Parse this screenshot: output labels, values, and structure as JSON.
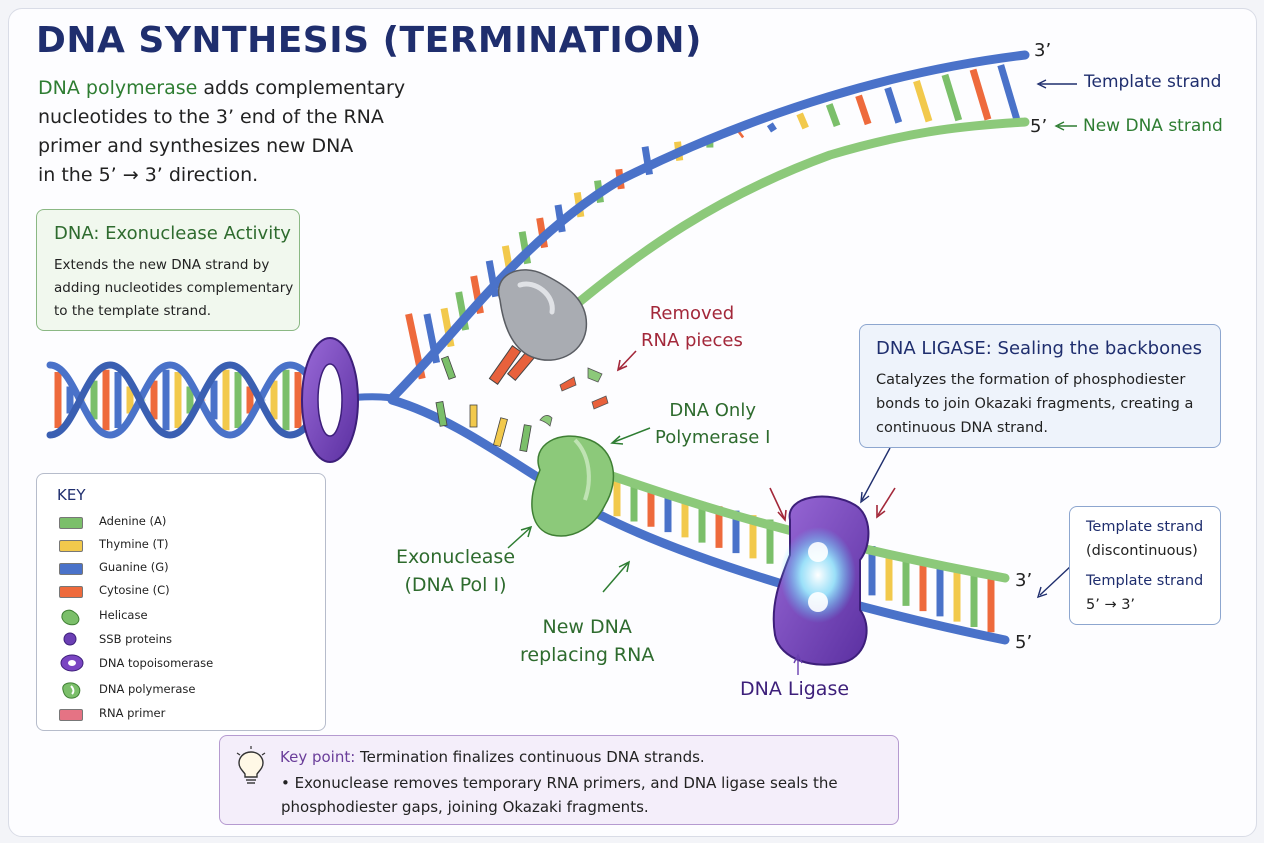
{
  "title": "DNA SYNTHESIS (TERMINATION)",
  "intro": {
    "highlight": "DNA polymerase",
    "line1_rest": " adds complementary",
    "line2": "nucleotides to the 3’ end of the RNA",
    "line3": "primer and synthesizes new DNA",
    "line4": "in the 5’ → 3’ direction."
  },
  "exonuclease_box": {
    "heading": "DNA: Exonuclease Activity",
    "body": "Extends the new DNA strand by adding nucleotides complementary to the template strand."
  },
  "ligase_box": {
    "heading": "DNA LIGASE: Sealing the backbones",
    "body": "Catalyzes the formation of phosphodiester bonds to join Okazaki fragments, creating a continuous DNA strand."
  },
  "template_box": {
    "line1": "Template strand",
    "line2": "(discontinuous)",
    "line3": "Template strand",
    "line4": "5’ → 3’"
  },
  "strand_labels": {
    "top_3": "3’",
    "top_5": "5’",
    "template_strand": "Template strand",
    "new_dna_strand": "New DNA strand",
    "bottom_3": "3’",
    "bottom_5": "5’"
  },
  "diagram_labels": {
    "removed_rna_1": "Removed",
    "removed_rna_2": "RNA pieces",
    "dna_only_1": "DNA Only",
    "dna_only_2": "Polymerase I",
    "exonuclease_1": "Exonuclease",
    "exonuclease_2": "(DNA Pol I)",
    "new_dna_1": "New DNA",
    "new_dna_2": "replacing RNA",
    "dna_ligase": "DNA Ligase"
  },
  "key": {
    "title": "KEY",
    "items": [
      {
        "label": "Adenine (A)",
        "color": "#7bbf6a",
        "icon": "swatch"
      },
      {
        "label": "Thymine (T)",
        "color": "#f2c94c",
        "icon": "swatch"
      },
      {
        "label": "Guanine (G)",
        "color": "#4a72c9",
        "icon": "swatch"
      },
      {
        "label": "Cytosine (C)",
        "color": "#ee6a3c",
        "icon": "swatch"
      },
      {
        "label": "Helicase",
        "color": "#7bbf6a",
        "icon": "helicase-icon"
      },
      {
        "label": "SSB proteins",
        "color": "#6b3fb4",
        "icon": "ssb-icon"
      },
      {
        "label": "DNA topoisomerase",
        "color": "#7a45c2",
        "icon": "topoisomerase-icon"
      },
      {
        "label": "DNA polymerase",
        "color": "#7bbf6a",
        "icon": "polymerase-icon"
      },
      {
        "label": "RNA primer",
        "color": "#e57384",
        "icon": "swatch"
      }
    ]
  },
  "key_point": {
    "label": "Key point:",
    "headline": " Termination finalizes continuous DNA strands.",
    "bullet": "• Exonuclease removes temporary RNA primers, and DNA ligase seals the phosphodiester gaps, joining Okazaki fragments."
  },
  "colors": {
    "adenine": "#7bbf6a",
    "thymine": "#f2c94c",
    "guanine": "#4a72c9",
    "cytosine": "#ee6a3c",
    "template_backbone": "#4a72c9",
    "new_backbone": "#8cc97a",
    "title": "#1f2e6e",
    "accent_green": "#2e7d32",
    "accent_red": "#a3283a",
    "ligase_purple": "#6a3fb0"
  }
}
